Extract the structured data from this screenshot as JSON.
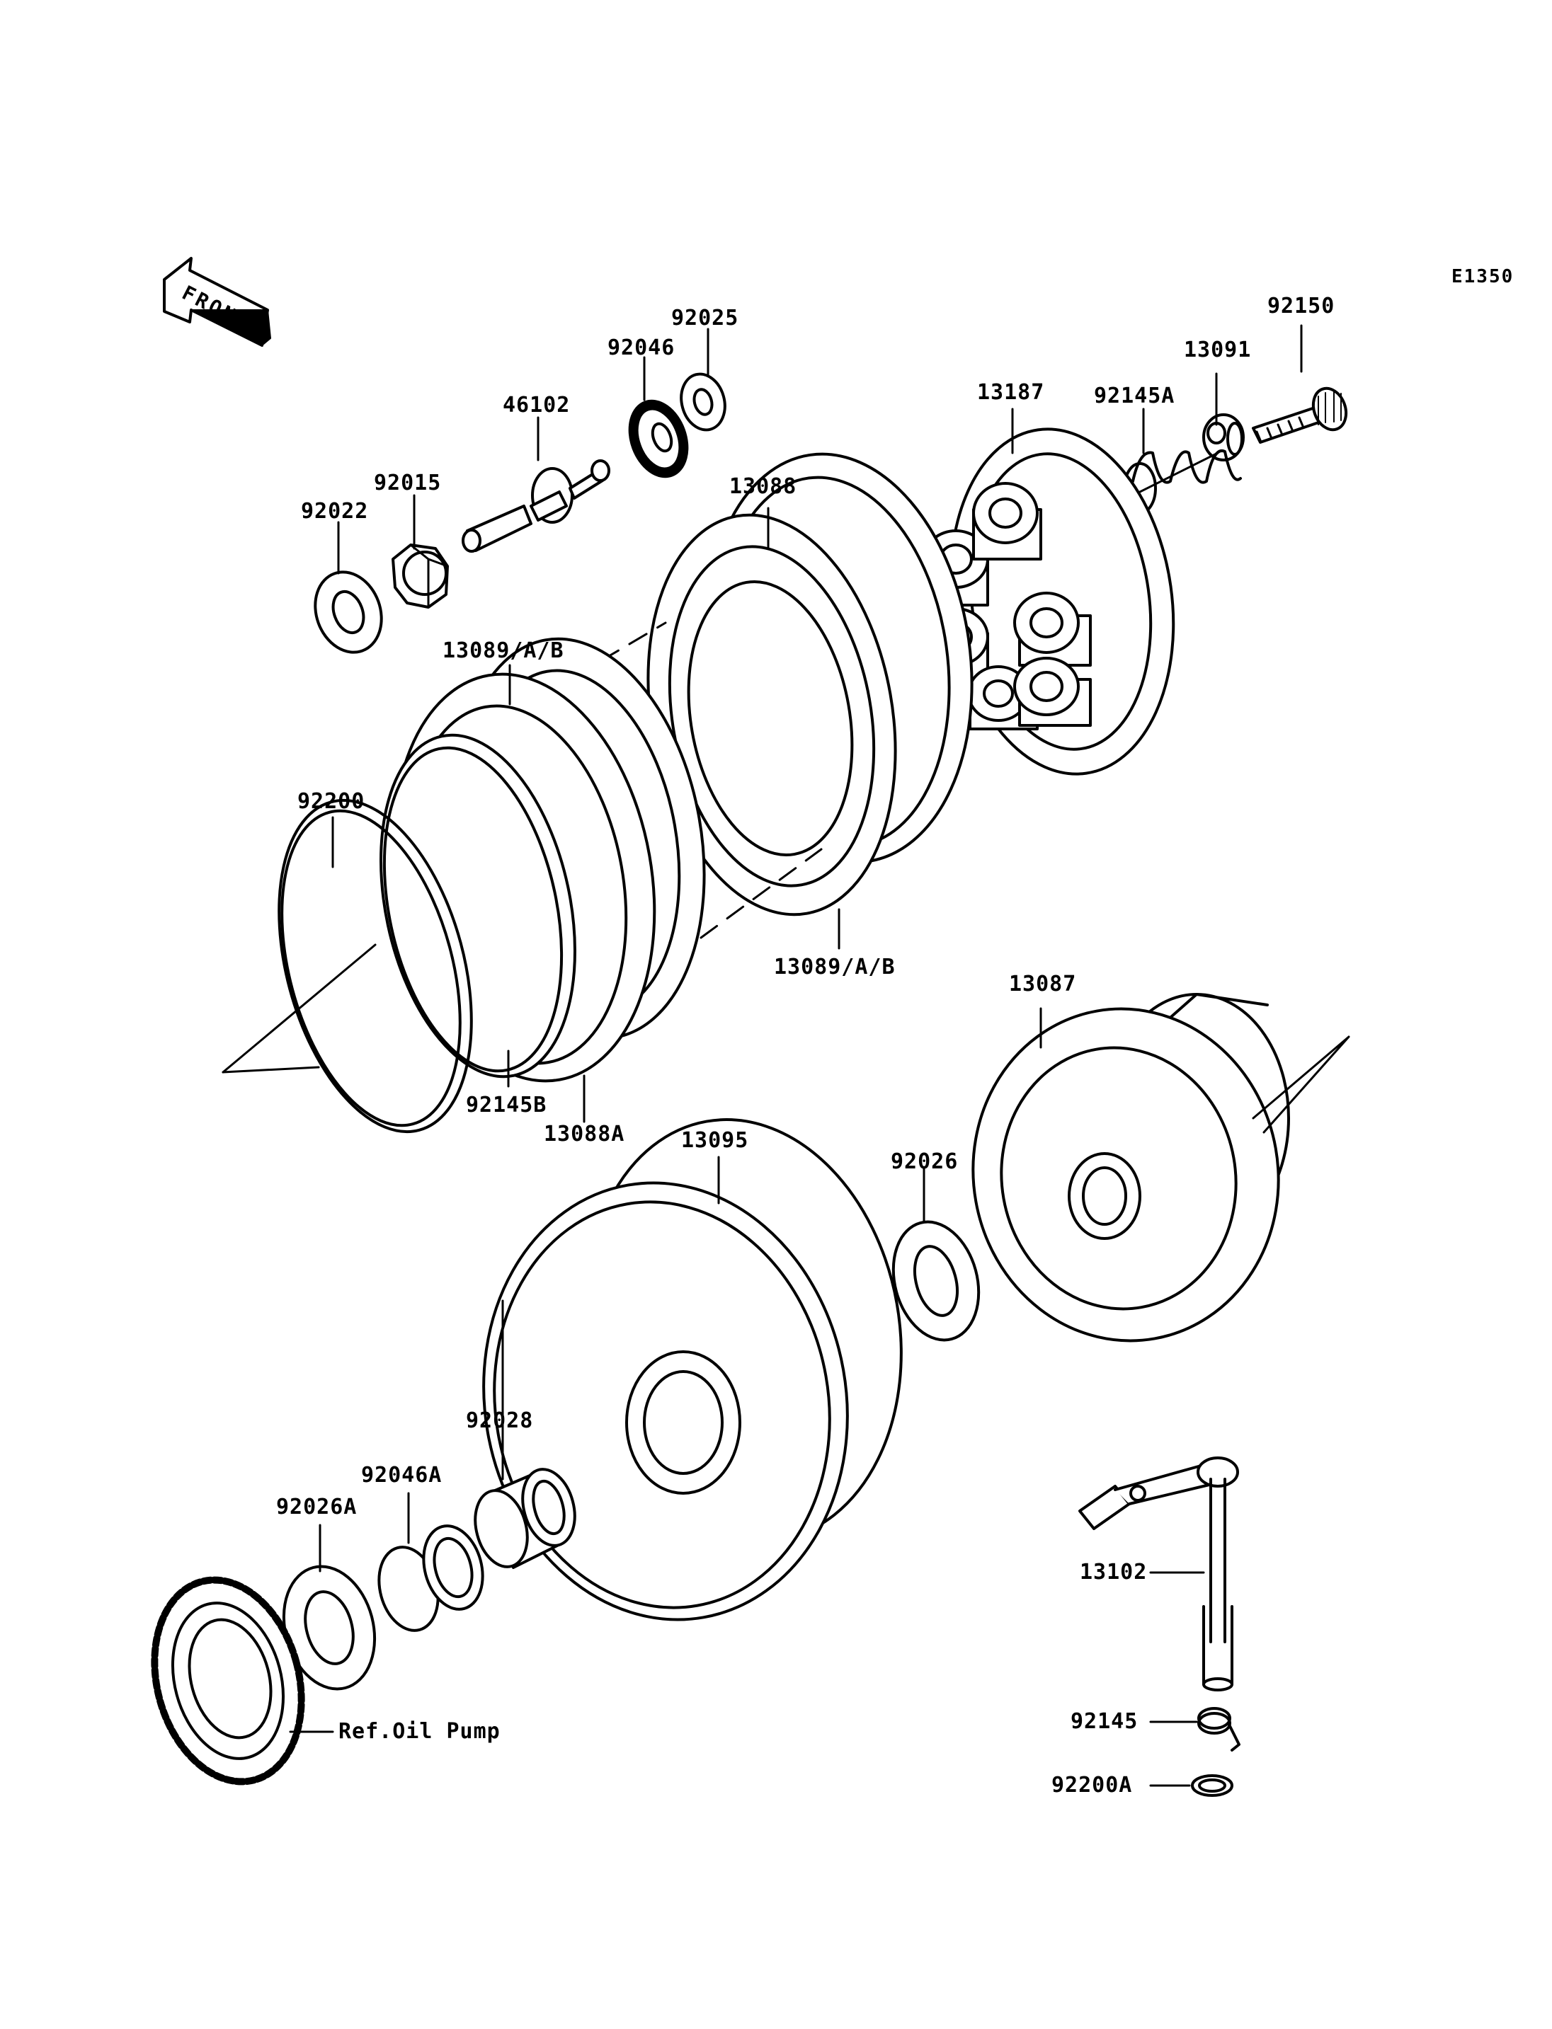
{
  "diagram": {
    "code": "E1350",
    "front_arrow_text": "FRONT",
    "colors": {
      "ink": "#000000",
      "paper": "#ffffff"
    },
    "parts": [
      {
        "id": "p92150",
        "label": "92150"
      },
      {
        "id": "p13091",
        "label": "13091"
      },
      {
        "id": "p92145a",
        "label": "92145A"
      },
      {
        "id": "p13187",
        "label": "13187"
      },
      {
        "id": "p92025",
        "label": "92025"
      },
      {
        "id": "p92046",
        "label": "92046"
      },
      {
        "id": "p46102",
        "label": "46102"
      },
      {
        "id": "p92015",
        "label": "92015"
      },
      {
        "id": "p92022",
        "label": "92022"
      },
      {
        "id": "p13088",
        "label": "13088"
      },
      {
        "id": "p13089a",
        "label": "13089/A/B"
      },
      {
        "id": "p13089b",
        "label": "13089/A/B"
      },
      {
        "id": "p92200",
        "label": "92200"
      },
      {
        "id": "p92145b",
        "label": "92145B"
      },
      {
        "id": "p13088a",
        "label": "13088A"
      },
      {
        "id": "p13087",
        "label": "13087"
      },
      {
        "id": "p13095",
        "label": "13095"
      },
      {
        "id": "p92026",
        "label": "92026"
      },
      {
        "id": "p92028",
        "label": "92028"
      },
      {
        "id": "p92046a",
        "label": "92046A"
      },
      {
        "id": "p92026a",
        "label": "92026A"
      },
      {
        "id": "p13102",
        "label": "13102"
      },
      {
        "id": "p92145",
        "label": "92145"
      },
      {
        "id": "p92200a",
        "label": "92200A"
      },
      {
        "id": "pref",
        "label": "Ref.Oil Pump"
      }
    ]
  }
}
